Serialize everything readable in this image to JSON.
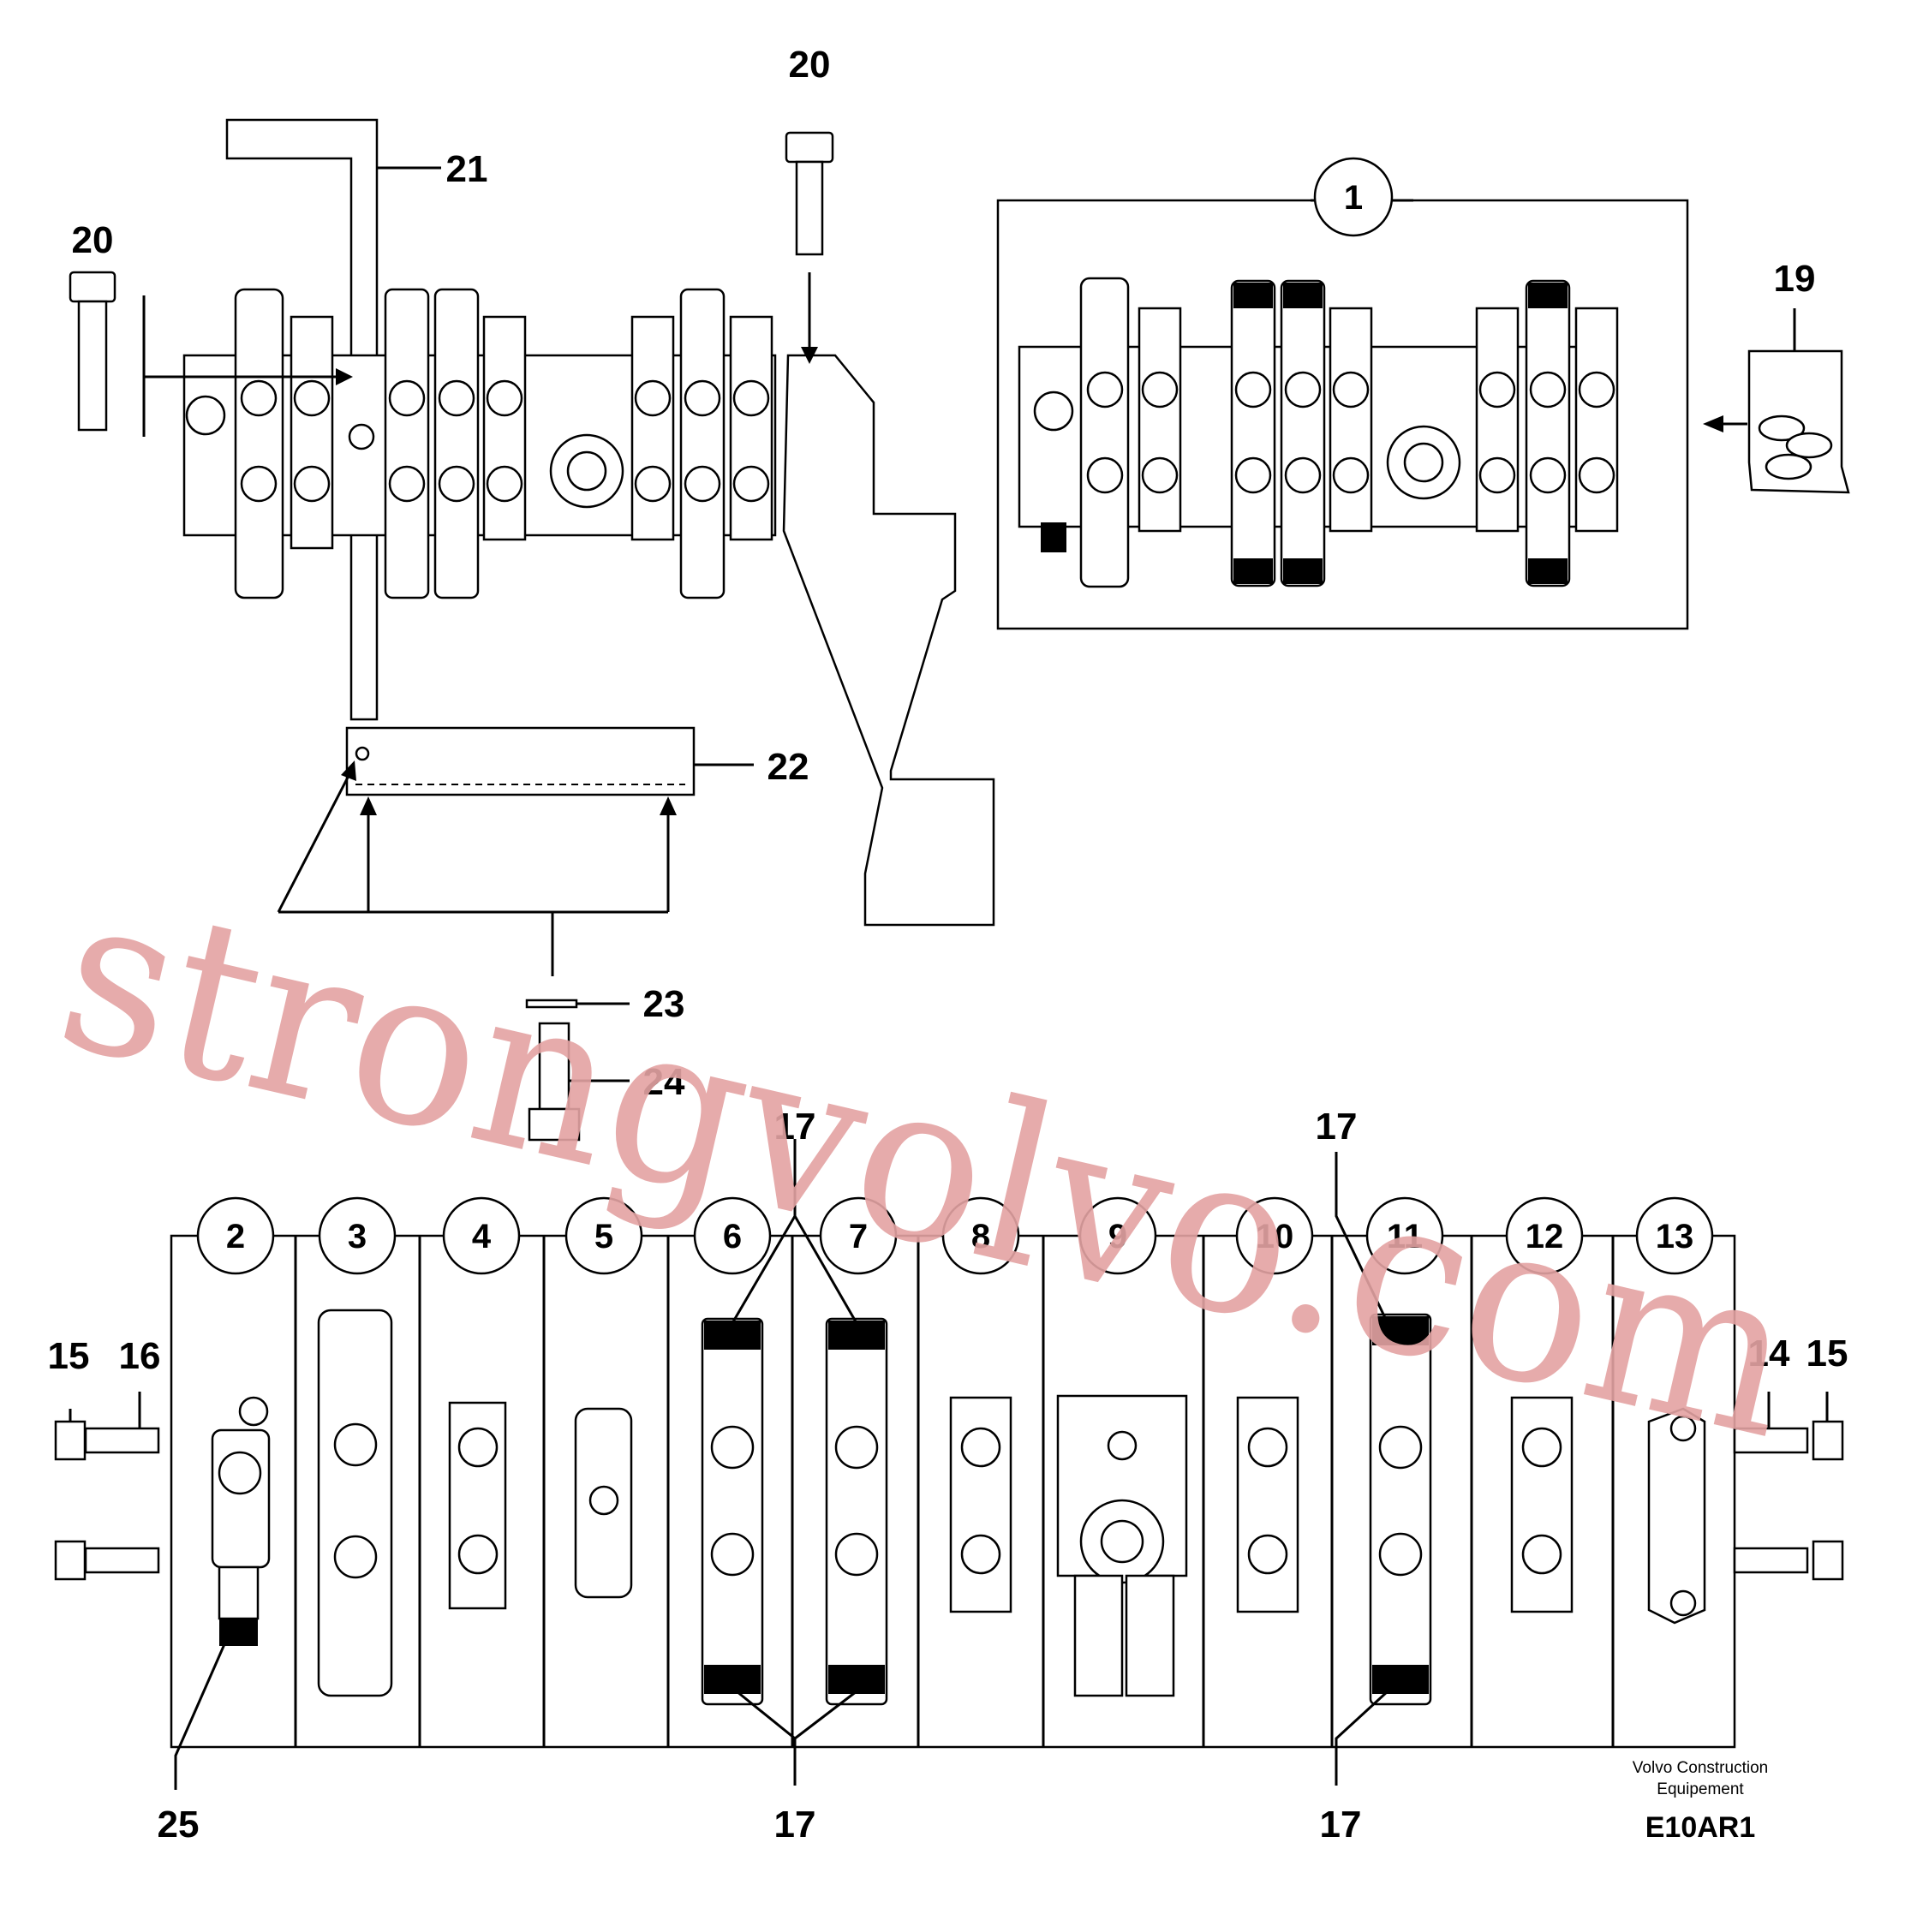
{
  "callouts": {
    "c20a": "20",
    "c20b": "20",
    "c21": "21",
    "c1": "1",
    "c19": "19",
    "c22": "22",
    "c23": "23",
    "c24": "24",
    "c17_top_left": "17",
    "c17_top_right": "17",
    "c17_bot_mid": "17",
    "c17_bot_right": "17",
    "c15_left": "15",
    "c16": "16",
    "c14": "14",
    "c15_right": "15",
    "c25": "25"
  },
  "sections": [
    "2",
    "3",
    "4",
    "5",
    "6",
    "7",
    "8",
    "9",
    "10",
    "11",
    "12",
    "13"
  ],
  "footer": {
    "maker_line1": "Volvo Construction",
    "maker_line2": "Equipement",
    "drawing_code": "E10AR1"
  },
  "watermark": "strongvolvo.com",
  "colors": {
    "line": "#000000",
    "watermark": "#e4a3a3",
    "background": "#ffffff"
  }
}
